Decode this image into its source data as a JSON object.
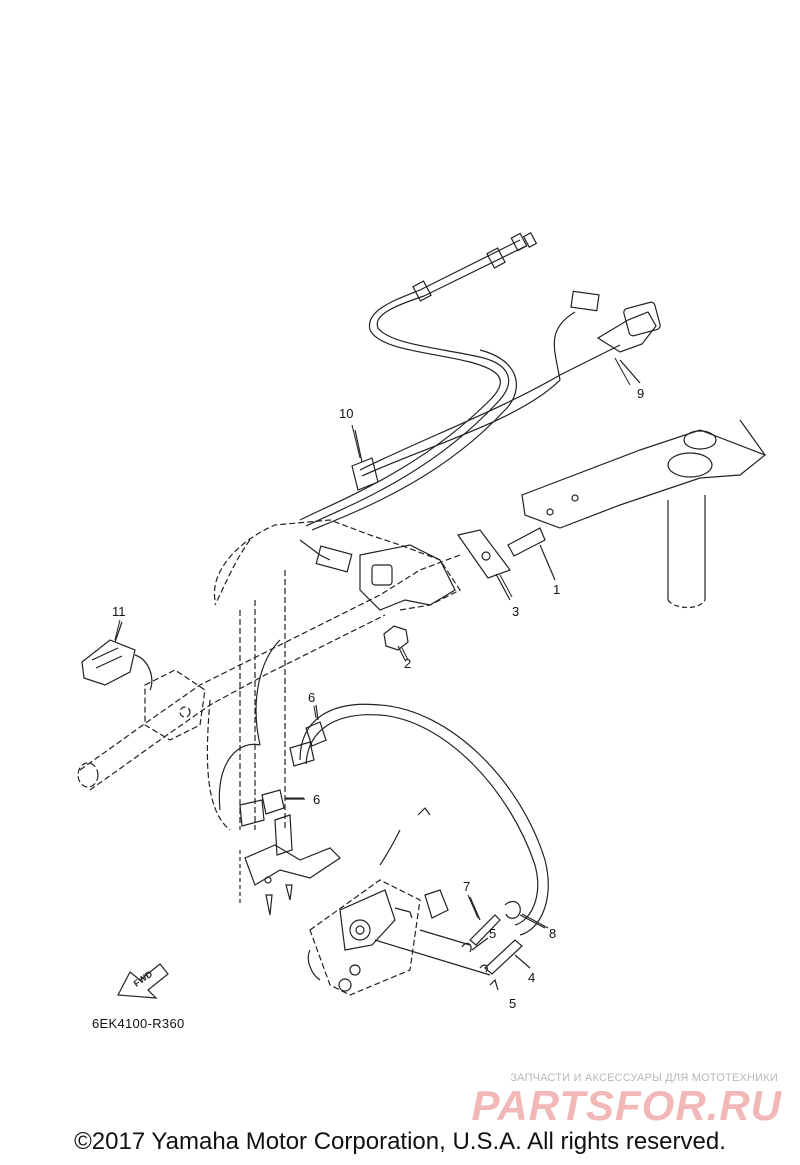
{
  "callouts": [
    {
      "id": "c1",
      "text": "1"
    },
    {
      "id": "c2",
      "text": "2"
    },
    {
      "id": "c3",
      "text": "3"
    },
    {
      "id": "c4",
      "text": "4"
    },
    {
      "id": "c5a",
      "text": "5"
    },
    {
      "id": "c5b",
      "text": "5"
    },
    {
      "id": "c6a",
      "text": "6"
    },
    {
      "id": "c6b",
      "text": "6"
    },
    {
      "id": "c7",
      "text": "7"
    },
    {
      "id": "c8",
      "text": "8"
    },
    {
      "id": "c9",
      "text": "9"
    },
    {
      "id": "c10",
      "text": "10"
    },
    {
      "id": "c11",
      "text": "11"
    }
  ],
  "fwd_label": "FWD",
  "diagram_code": "6EK4100-R360",
  "watermark": {
    "tagline": "ЗАПЧАСТИ И АКСЕССУАРЫ ДЛЯ МОТОТЕХНИКИ",
    "brand": "PARTSFOR.RU"
  },
  "copyright": "©2017 Yamaha Motor Corporation, U.S.A. All rights reserved."
}
